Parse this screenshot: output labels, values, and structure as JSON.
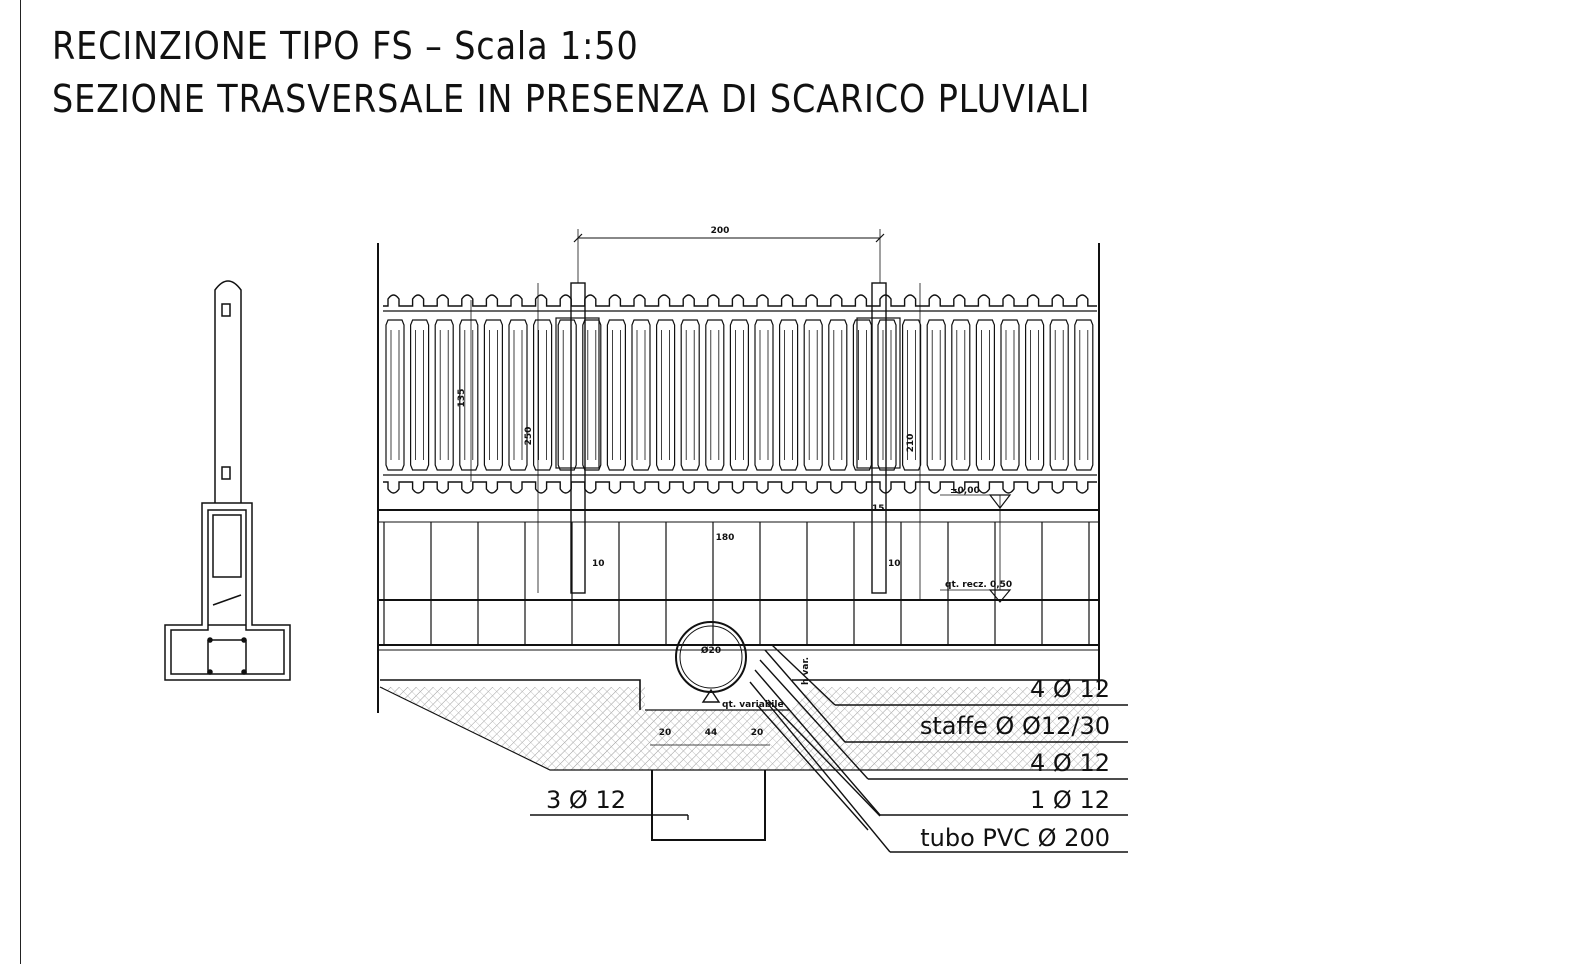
{
  "header": {
    "title_line_1": "RECINZIONE TIPO FS – Scala 1:50",
    "title_line_2": "SEZIONE TRASVERSALE IN PRESENZA DI SCARICO PLUVIALI"
  },
  "dimensions": {
    "post_spacing": "200",
    "panel_height": "135",
    "post_height_left": "250",
    "post_height_right": "210",
    "base_width": "180",
    "embed_left": "10",
    "embed_right": "10",
    "small_top": "15",
    "level_top": "±0,00",
    "level_bottom": "qt. recz. 0,50",
    "pipe_center": "Ø20",
    "pipe_height_var": "h var.",
    "pipe_support": "qt. variabile",
    "trench_left": "20",
    "trench_mid": "44",
    "trench_right": "20"
  },
  "labels": {
    "rebar_top": "4 Ø 12",
    "stirrups": "staffe Ø Ø12/30",
    "rebar_mid": "4 Ø 12",
    "rebar_single": "1 Ø 12",
    "pipe": "tubo PVC Ø 200",
    "rebar_bottom": "3 Ø 12"
  },
  "colors": {
    "line": "#111111",
    "hatch": "#9a9a9a"
  }
}
